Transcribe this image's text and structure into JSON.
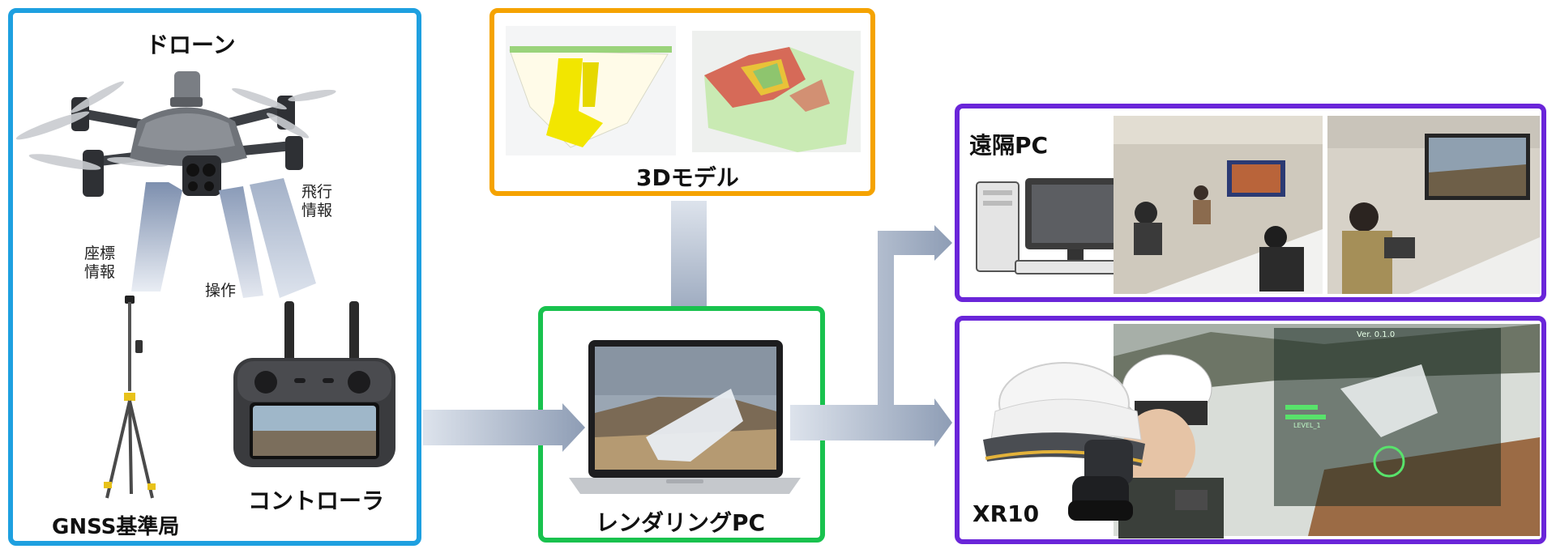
{
  "panels": {
    "drone_system": {
      "drone_label": "ドローン",
      "gnss_label": "GNSS基準局",
      "controller_label": "コントローラ",
      "coord_info": [
        "座標",
        "情報"
      ],
      "operation": "操作",
      "flight_info": [
        "飛行",
        "情報"
      ],
      "border_color": "#1ea0e0"
    },
    "model": {
      "label": "3Dモデル",
      "border_color": "#f5a300"
    },
    "rendering": {
      "label": "レンダリングPC",
      "border_color": "#19c24e"
    },
    "remote": {
      "label": "遠隔PC",
      "border_color": "#6a25d9"
    },
    "xr": {
      "label": "XR10",
      "border_color": "#6a25d9",
      "hud_version": "Ver. 0.1.0",
      "hud_level": "LEVEL_1"
    }
  }
}
